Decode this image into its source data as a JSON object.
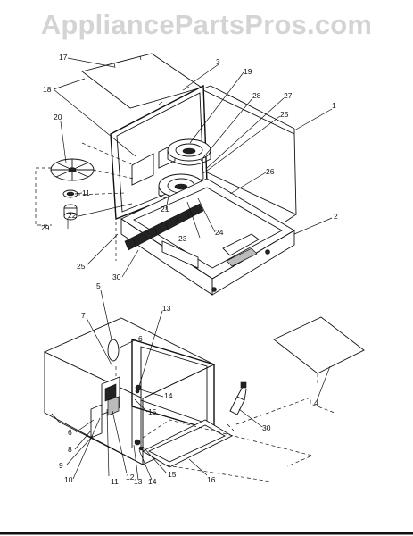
{
  "watermark": "AppliancePartsPros.com",
  "callouts": {
    "c1": "1",
    "c2": "2",
    "c3": "3",
    "c4": "4",
    "c5": "5",
    "c6a": "6",
    "c6b": "6",
    "c7": "7",
    "c8": "8",
    "c9": "9",
    "c10": "10",
    "c11a": "11",
    "c11b": "11",
    "c12": "12",
    "c13a": "13",
    "c13b": "13",
    "c14a": "14",
    "c14b": "14",
    "c15a": "15",
    "c15b": "15",
    "c16": "16",
    "c17": "17",
    "c18": "18",
    "c19": "19",
    "c20": "20",
    "c21": "21",
    "c22": "22",
    "c23": "23",
    "c24": "24",
    "c25a": "25",
    "c25b": "25",
    "c26": "26",
    "c27": "27",
    "c28": "28",
    "c29": "29",
    "c30a": "30",
    "c30b": "30"
  }
}
